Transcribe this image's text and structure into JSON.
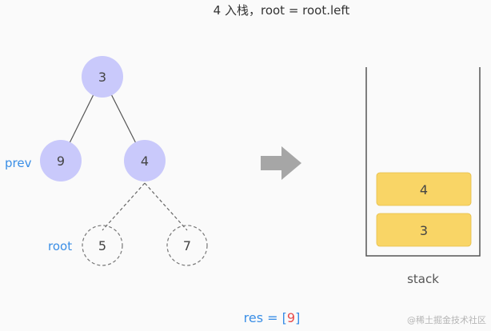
{
  "title": "4 入栈，root = root.left",
  "tree": {
    "nodes": [
      {
        "id": "n3",
        "value": "3",
        "state": "filled"
      },
      {
        "id": "n9",
        "value": "9",
        "state": "filled"
      },
      {
        "id": "n4",
        "value": "4",
        "state": "filled"
      },
      {
        "id": "n5",
        "value": "5",
        "state": "dashed"
      },
      {
        "id": "n7",
        "value": "7",
        "state": "dashed"
      }
    ],
    "edges": [
      {
        "from": "n3",
        "to": "n9",
        "style": "solid"
      },
      {
        "from": "n3",
        "to": "n4",
        "style": "solid"
      },
      {
        "from": "n4",
        "to": "n5",
        "style": "dashed"
      },
      {
        "from": "n4",
        "to": "n7",
        "style": "dashed"
      }
    ],
    "pointer_labels": {
      "prev": "prev",
      "root": "root"
    }
  },
  "arrow_icon": "right-arrow-icon",
  "stack": {
    "label": "stack",
    "items_top_to_bottom": [
      "4",
      "3"
    ]
  },
  "result": {
    "prefix": "res = [",
    "value": "9",
    "suffix": "]"
  },
  "watermark": "@稀土掘金技术社区",
  "colors": {
    "node_fill": "#c9c9fb",
    "pointer_blue": "#3a8ee6",
    "result_red": "#e84a4a",
    "stack_item": "#f9d566",
    "arrow_gray": "#a6a6a6"
  }
}
